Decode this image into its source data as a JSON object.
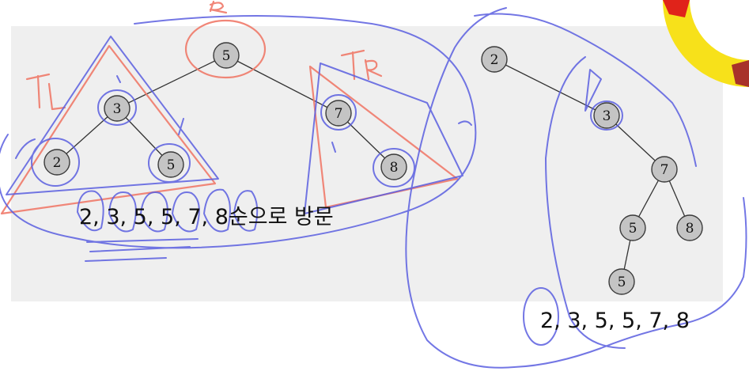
{
  "left_tree": {
    "root": "5",
    "left_child": "3",
    "left_left": "2",
    "left_right": "5",
    "right_child": "7",
    "right_right": "8"
  },
  "right_tree": {
    "root": "2",
    "n1": "3",
    "n2": "7",
    "n3_left": "5",
    "n3_right": "8",
    "n4": "5"
  },
  "annotations": {
    "root_mark": "R",
    "left_subtree_mark": "TL",
    "right_subtree_mark": "TR"
  },
  "captions": {
    "left_visit_order": "2, 3, 5, 5, 7, 8순으로 방문",
    "right_sequence": "2, 3, 5, 5, 7, 8"
  },
  "colors": {
    "node_fill": "#c4c4c4",
    "node_stroke": "#3a3a3a",
    "blue_ink": "#5b5fe0",
    "red_ink": "#f07a6a",
    "panel_bg": "#efefef"
  }
}
